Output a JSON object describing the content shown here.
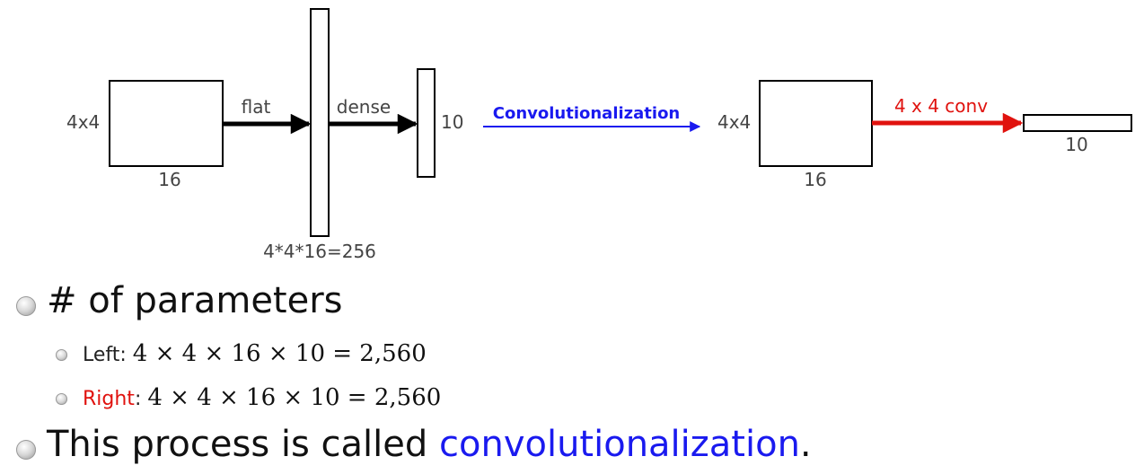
{
  "diagram": {
    "left": {
      "input_side_label": "4x4",
      "input_bottom_label": "16",
      "arrow1_label": "flat",
      "flat_bottom_label": "4*4*16=256",
      "arrow2_label": "dense",
      "output_label": "10"
    },
    "transition_label": "Convolutionalization",
    "right": {
      "input_side_label": "4x4",
      "input_bottom_label": "16",
      "arrow_label": "4 x 4 conv",
      "output_label": "10"
    },
    "colors": {
      "transition": "#1a1aef",
      "conv_arrow": "#e0120e",
      "arrow_black": "#000000"
    }
  },
  "bullets": {
    "params_heading": "# of parameters",
    "left_label": "Left",
    "left_formula": "4 × 4 × 16 × 10 = 2,560",
    "right_label": "Right",
    "right_formula": "4 × 4 × 16 × 10 = 2,560",
    "process_prefix": "This process is called ",
    "process_term": "convolutionalization",
    "process_suffix": "."
  }
}
